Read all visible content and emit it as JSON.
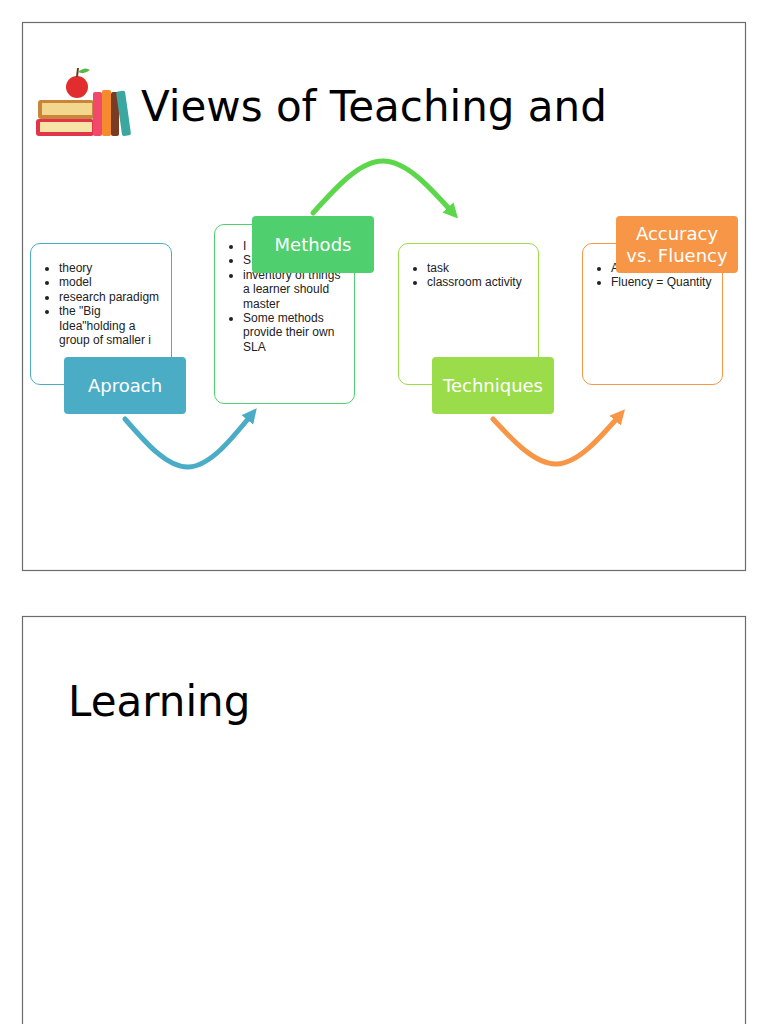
{
  "diagram": {
    "title": "Views of Teaching and",
    "nodes": [
      {
        "text": [
          "Aproach",
          "theory",
          "model",
          "research paradigm",
          "the \"Big Idea\"holding a group of smaller i"
        ]
      },
      {
        "text": [
          "Methods",
          "I",
          "S",
          "inventory of things a learner should master",
          "Some methods provide their own SLA"
        ]
      },
      {
        "text": [
          "Techniques",
          "task",
          "classroom activity"
        ]
      },
      {
        "text": [
          "Accuracy vs. Fluency",
          "A",
          "Fluency = Quantity"
        ]
      }
    ],
    "edges": [
      {
        "from": 0,
        "to": 1,
        "arrow": "to"
      },
      {
        "from": 1,
        "to": 2,
        "arrow": "to"
      },
      {
        "from": 2,
        "to": 3,
        "arrow": "to"
      }
    ],
    "labels": [
      "Learning"
    ]
  }
}
